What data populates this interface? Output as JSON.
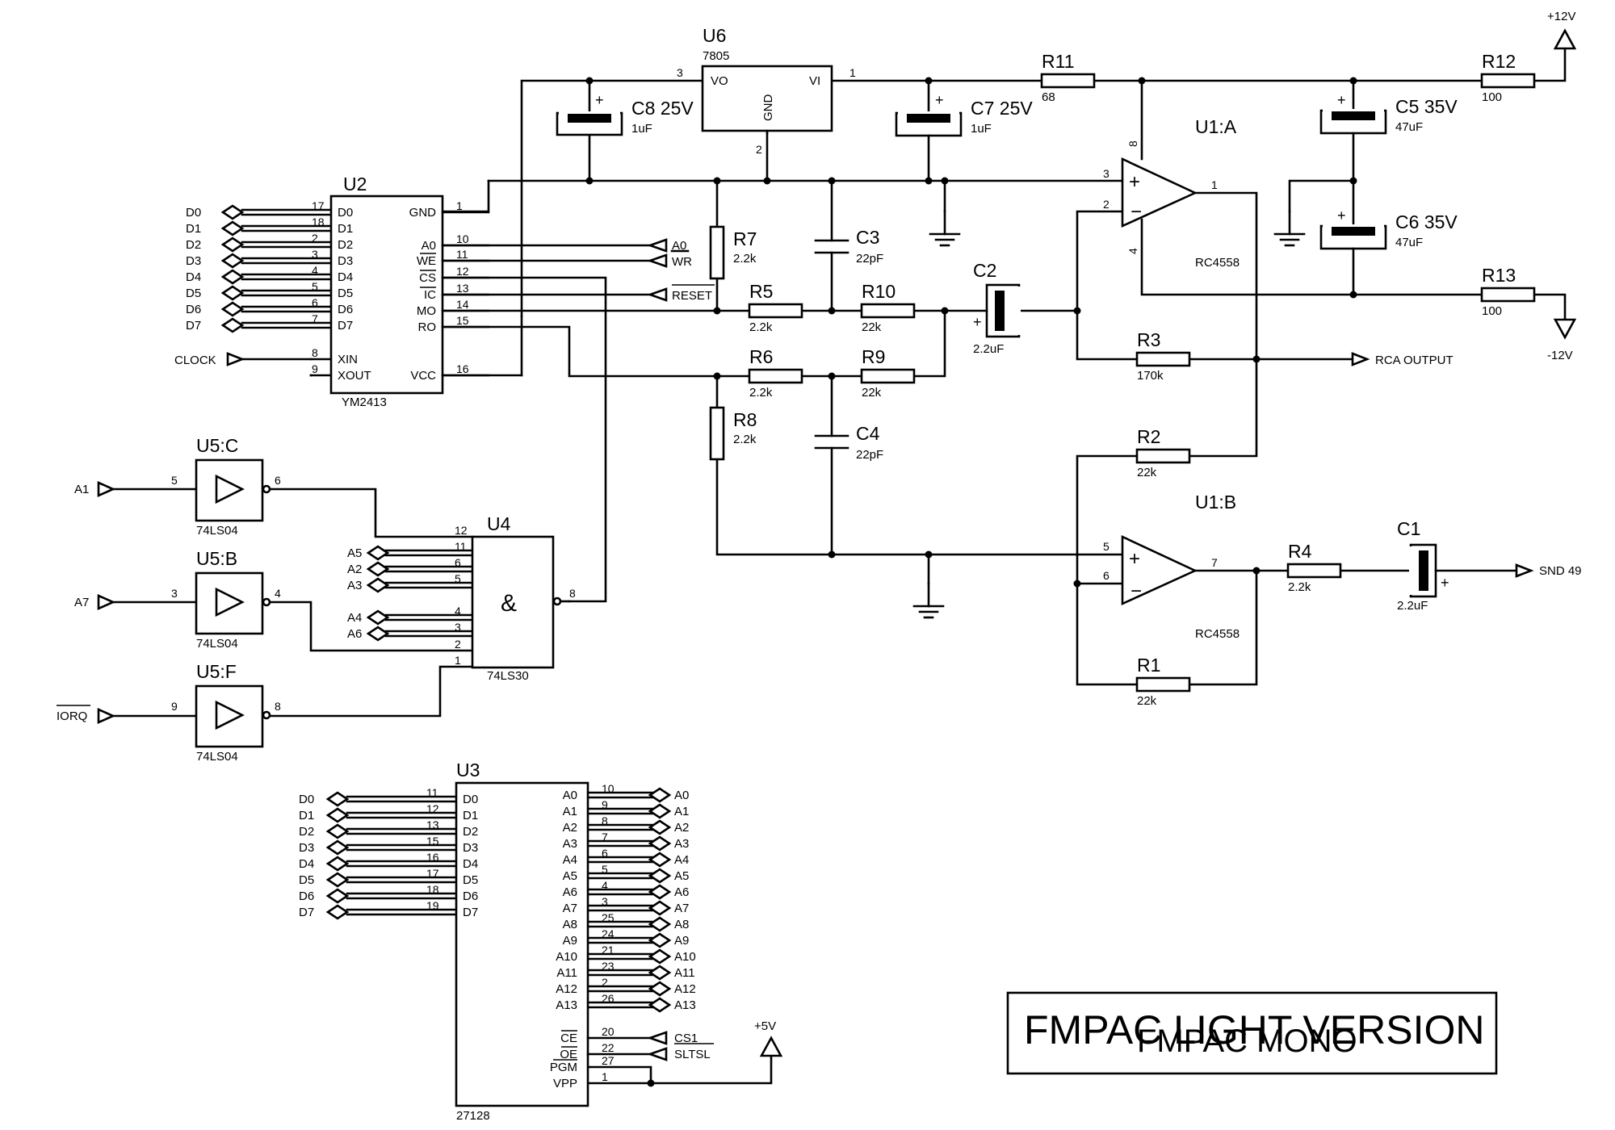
{
  "parts": {
    "U2": {
      "ref": "U2",
      "model": "YM2413",
      "left": [
        {
          "pin": "17",
          "name": "D0"
        },
        {
          "pin": "18",
          "name": "D1"
        },
        {
          "pin": "2",
          "name": "D2"
        },
        {
          "pin": "3",
          "name": "D3"
        },
        {
          "pin": "4",
          "name": "D4"
        },
        {
          "pin": "5",
          "name": "D5"
        },
        {
          "pin": "6",
          "name": "D6"
        },
        {
          "pin": "7",
          "name": "D7"
        },
        {
          "pin": "8",
          "name": "XIN"
        },
        {
          "pin": "9",
          "name": "XOUT"
        }
      ],
      "right": [
        {
          "pin": "1",
          "name": "GND"
        },
        {
          "pin": "10",
          "name": "A0"
        },
        {
          "pin": "11",
          "name": "WE"
        },
        {
          "pin": "12",
          "name": "CS"
        },
        {
          "pin": "13",
          "name": "IC"
        },
        {
          "pin": "14",
          "name": "MO"
        },
        {
          "pin": "15",
          "name": "RO"
        },
        {
          "pin": "16",
          "name": "VCC"
        }
      ]
    },
    "U6": {
      "ref": "U6",
      "model": "7805",
      "vo": "VO",
      "vi": "VI",
      "gnd": "GND",
      "p_vo": "3",
      "p_vi": "1",
      "p_gnd": "2"
    },
    "U1A": {
      "ref": "U1:A",
      "model": "RC4558",
      "p_plus": "3",
      "p_minus": "2",
      "p_out": "1",
      "p_vcc": "8",
      "p_vee": "4"
    },
    "U1B": {
      "ref": "U1:B",
      "model": "RC4558",
      "p_plus": "5",
      "p_minus": "6",
      "p_out": "7"
    },
    "U4": {
      "ref": "U4",
      "model": "74LS30",
      "symbol": "&",
      "p_out": "8"
    },
    "U5C": {
      "ref": "U5:C",
      "model": "74LS04",
      "p_in": "5",
      "p_out": "6"
    },
    "U5B": {
      "ref": "U5:B",
      "model": "74LS04",
      "p_in": "3",
      "p_out": "4"
    },
    "U5F": {
      "ref": "U5:F",
      "model": "74LS04",
      "p_in": "9",
      "p_out": "8"
    },
    "U3": {
      "ref": "U3",
      "model": "27128",
      "left": [
        {
          "pin": "11",
          "name": "D0"
        },
        {
          "pin": "12",
          "name": "D1"
        },
        {
          "pin": "13",
          "name": "D2"
        },
        {
          "pin": "15",
          "name": "D3"
        },
        {
          "pin": "16",
          "name": "D4"
        },
        {
          "pin": "17",
          "name": "D5"
        },
        {
          "pin": "18",
          "name": "D6"
        },
        {
          "pin": "19",
          "name": "D7"
        }
      ],
      "right": [
        {
          "pin": "10",
          "name": "A0"
        },
        {
          "pin": "9",
          "name": "A1"
        },
        {
          "pin": "8",
          "name": "A2"
        },
        {
          "pin": "7",
          "name": "A3"
        },
        {
          "pin": "6",
          "name": "A4"
        },
        {
          "pin": "5",
          "name": "A5"
        },
        {
          "pin": "4",
          "name": "A6"
        },
        {
          "pin": "3",
          "name": "A7"
        },
        {
          "pin": "25",
          "name": "A8"
        },
        {
          "pin": "24",
          "name": "A9"
        },
        {
          "pin": "21",
          "name": "A10"
        },
        {
          "pin": "23",
          "name": "A11"
        },
        {
          "pin": "2",
          "name": "A12"
        },
        {
          "pin": "26",
          "name": "A13"
        }
      ],
      "lower": [
        {
          "pin": "20",
          "name": "CE"
        },
        {
          "pin": "22",
          "name": "OE"
        },
        {
          "pin": "27",
          "name": "PGM"
        },
        {
          "pin": "1",
          "name": "VPP"
        }
      ]
    }
  },
  "resistors": {
    "R1": {
      "ref": "R1",
      "value": "22k"
    },
    "R2": {
      "ref": "R2",
      "value": "22k"
    },
    "R3": {
      "ref": "R3",
      "value": "170k"
    },
    "R4": {
      "ref": "R4",
      "value": "2.2k"
    },
    "R5": {
      "ref": "R5",
      "value": "2.2k"
    },
    "R6": {
      "ref": "R6",
      "value": "2.2k"
    },
    "R7": {
      "ref": "R7",
      "value": "2.2k"
    },
    "R8": {
      "ref": "R8",
      "value": "2.2k"
    },
    "R9": {
      "ref": "R9",
      "value": "22k"
    },
    "R10": {
      "ref": "R10",
      "value": "22k"
    },
    "R11": {
      "ref": "R11",
      "value": "68"
    },
    "R12": {
      "ref": "R12",
      "value": "100"
    },
    "R13": {
      "ref": "R13",
      "value": "100"
    }
  },
  "capacitors": {
    "C1": {
      "ref": "C1",
      "value": "2.2uF"
    },
    "C2": {
      "ref": "C2",
      "value": "2.2uF"
    },
    "C3": {
      "ref": "C3",
      "value": "22pF"
    },
    "C4": {
      "ref": "C4",
      "value": "22pF"
    },
    "C5": {
      "ref": "C5 35V",
      "value": "47uF"
    },
    "C6": {
      "ref": "C6 35V",
      "value": "47uF"
    },
    "C7": {
      "ref": "C7 25V",
      "value": "1uF"
    },
    "C8": {
      "ref": "C8 25V",
      "value": "1uF"
    }
  },
  "ports": {
    "u2_data": [
      "D0",
      "D1",
      "D2",
      "D3",
      "D4",
      "D5",
      "D6",
      "D7"
    ],
    "clock": "CLOCK",
    "a0": "A0",
    "wr": "WR",
    "reset": "RESET",
    "a1": "A1",
    "a7": "A7",
    "iorq": "IORQ",
    "u4_addr": [
      "A5",
      "A2",
      "A3",
      "A4",
      "A6"
    ],
    "u4_pins": [
      "12",
      "11",
      "6",
      "5",
      "4",
      "3",
      "2",
      "1"
    ],
    "u3_data": [
      "D0",
      "D1",
      "D2",
      "D3",
      "D4",
      "D5",
      "D6",
      "D7"
    ],
    "u3_addr": [
      "A0",
      "A1",
      "A2",
      "A3",
      "A4",
      "A5",
      "A6",
      "A7",
      "A8",
      "A9",
      "A10",
      "A11",
      "A12",
      "A13"
    ],
    "cs1": "CS1",
    "sltsl": "SLTSL",
    "plus5": "+5V",
    "plus12": "+12V",
    "minus12": "-12V",
    "rca": "RCA OUTPUT",
    "snd": "SND 49"
  },
  "title_box": {
    "line1": "FMPAC LIGHT VERSION",
    "line2": "FMPAC MONO"
  },
  "polarity_mark": "+"
}
